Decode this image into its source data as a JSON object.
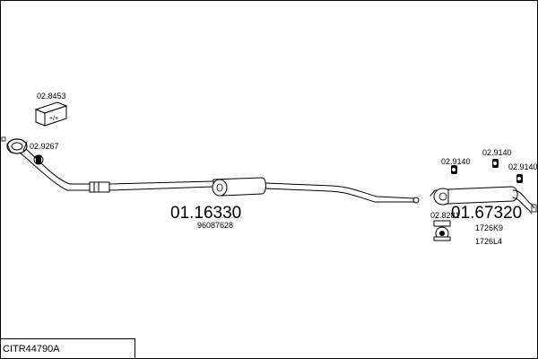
{
  "title_box": {
    "label": "CITR44790A"
  },
  "parts": {
    "kit": {
      "number": "02.8453",
      "box_label": "+/+"
    },
    "front_hanger": {
      "number": "02.9267"
    },
    "middle_silencer": {
      "number": "01.16330",
      "oem": "96087628"
    },
    "rear_silencer": {
      "number": "01.67320",
      "oem": [
        "1726K9",
        "1726L4"
      ]
    },
    "rear_hanger_1": {
      "number": "02.9140"
    },
    "rear_hanger_2": {
      "number": "02.9140"
    },
    "rear_hanger_3": {
      "number": "02.9140"
    },
    "clamp": {
      "number": "02.8281"
    }
  }
}
